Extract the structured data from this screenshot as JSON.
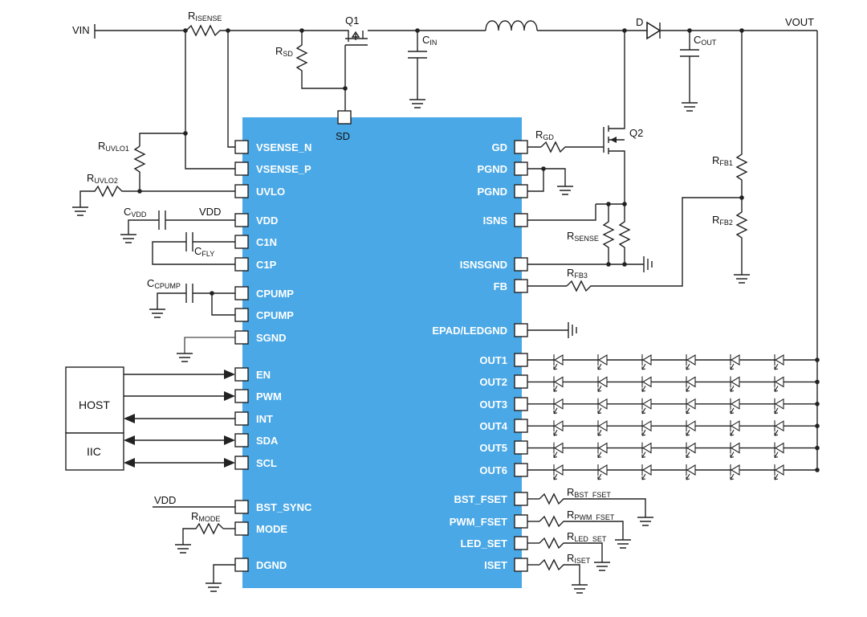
{
  "net_labels": {
    "vin": "VIN",
    "vout": "VOUT",
    "vdd_left": "VDD",
    "vdd_bst": "VDD",
    "sd_pin": "SD"
  },
  "components": {
    "r_isense": {
      "main": "R",
      "sub": "ISENSE"
    },
    "q1": {
      "main": "Q1",
      "sub": ""
    },
    "r_sd": {
      "main": "R",
      "sub": "SD"
    },
    "c_in": {
      "main": "C",
      "sub": "IN"
    },
    "diode": {
      "main": "D",
      "sub": ""
    },
    "c_out": {
      "main": "C",
      "sub": "OUT"
    },
    "r_uvlo1": {
      "main": "R",
      "sub": "UVLO1"
    },
    "r_uvlo2": {
      "main": "R",
      "sub": "UVLO2"
    },
    "c_vdd": {
      "main": "C",
      "sub": "VDD"
    },
    "c_fly": {
      "main": "C",
      "sub": "FLY"
    },
    "c_cpump": {
      "main": "C",
      "sub": "CPUMP"
    },
    "r_gd": {
      "main": "R",
      "sub": "GD"
    },
    "q2": {
      "main": "Q2",
      "sub": ""
    },
    "r_fb1": {
      "main": "R",
      "sub": "FB1"
    },
    "r_fb2": {
      "main": "R",
      "sub": "FB2"
    },
    "r_sense": {
      "main": "R",
      "sub": "SENSE"
    },
    "r_fb3": {
      "main": "R",
      "sub": "FB3"
    },
    "r_mode": {
      "main": "R",
      "sub": "MODE"
    },
    "r_bst_fset": {
      "main": "R",
      "sub": "BST_FSET"
    },
    "r_pwm_fset": {
      "main": "R",
      "sub": "PWM_FSET"
    },
    "r_led_set": {
      "main": "R",
      "sub": "LED_SET"
    },
    "r_iset": {
      "main": "R",
      "sub": "ISET"
    }
  },
  "left_pins": [
    "VSENSE_N",
    "VSENSE_P",
    "UVLO",
    "VDD",
    "C1N",
    "C1P",
    "CPUMP",
    "CPUMP",
    "SGND",
    "EN",
    "PWM",
    "INT",
    "SDA",
    "SCL",
    "BST_SYNC",
    "MODE",
    "DGND"
  ],
  "right_pins": [
    "GD",
    "PGND",
    "PGND",
    "ISNS",
    "ISNSGND",
    "FB",
    "EPAD/LEDGND",
    "OUT1",
    "OUT2",
    "OUT3",
    "OUT4",
    "OUT5",
    "OUT6",
    "BST_FSET",
    "PWM_FSET",
    "LED_SET",
    "ISET"
  ],
  "host_box": {
    "host": "HOST",
    "iic": "IIC"
  },
  "led_strings": {
    "count": 6,
    "leds_per_string": 6
  },
  "colors": {
    "chip": "#4aa8e6",
    "wire": "#222222",
    "pin_label": "#ffffff"
  }
}
